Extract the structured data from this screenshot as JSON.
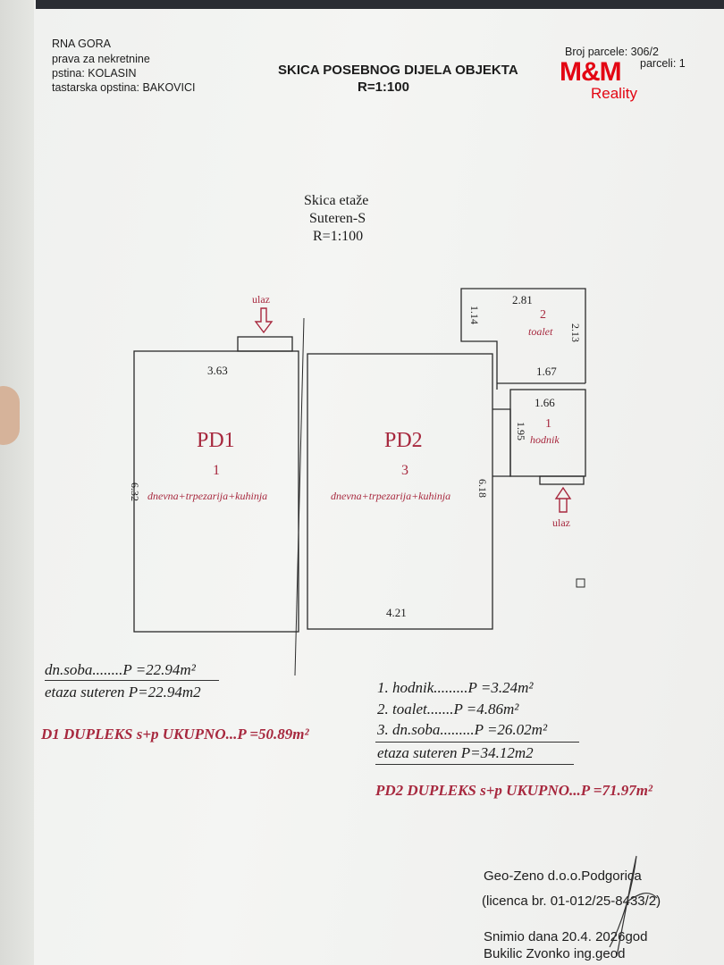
{
  "header": {
    "line1": "RNA GORA",
    "line2": "prava za nekretnine",
    "line3": "pstina: KOLASIN",
    "line4": "tastarska opstina: BAKOVICI",
    "title": "SKICA POSEBNOG DIJELA OBJEKTA",
    "scale": "R=1:100",
    "parcel_no": "Broj parcele: 306/2",
    "parcel_part": "parceli: 1"
  },
  "logo": {
    "brand": "M&M",
    "sub": "Reality"
  },
  "floor": {
    "title": "Skica etaže",
    "level": "Suteren-S",
    "scale": "R=1:100"
  },
  "plan": {
    "entry_label": "ulaz",
    "pd1": {
      "name": "PD1",
      "num": "1",
      "desc": "dnevna+trpezarija+kuhinja",
      "dim_top": "3.63",
      "dim_side": "6.32"
    },
    "pd2": {
      "name": "PD2",
      "num": "3",
      "desc": "dnevna+trpezarija+kuhinja",
      "dim_bottom": "4.21",
      "dim_side": "6.18"
    },
    "toilet": {
      "num": "2",
      "desc": "toalet",
      "dim_top": "2.81",
      "dim_left": "1.14",
      "dim_right": "2.13",
      "dim_bottom": "1.67"
    },
    "hall": {
      "num": "1",
      "desc": "hodnik",
      "dim_top": "1.66",
      "dim_left": "1.95"
    }
  },
  "areas_pd1": {
    "row1": "dn.soba........P =22.94m²",
    "row2": "etaza suteren P=22.94m2",
    "total": "D1 DUPLEKS s+p  UKUPNO...P =50.89m²"
  },
  "areas_pd2": {
    "row1": "1. hodnik.........P =3.24m²",
    "row2": "2. toalet.......P =4.86m²",
    "row3": "3. dn.soba.........P =26.02m²",
    "row4": "etaza suteren P=34.12m2",
    "total": "PD2 DUPLEKS s+p UKUPNO...P =71.97m²"
  },
  "footer": {
    "company": "Geo-Zeno d.o.o.Podgorica",
    "license": "(licenca br. 01-012/25-8433/2)",
    "date": "Snimio dana 20.4. 2026god",
    "author": "Bukilic Zvonko ing.geod"
  },
  "colors": {
    "accent_red": "#a7283e",
    "logo_red": "#e30613",
    "ink": "#1c1c1c"
  }
}
